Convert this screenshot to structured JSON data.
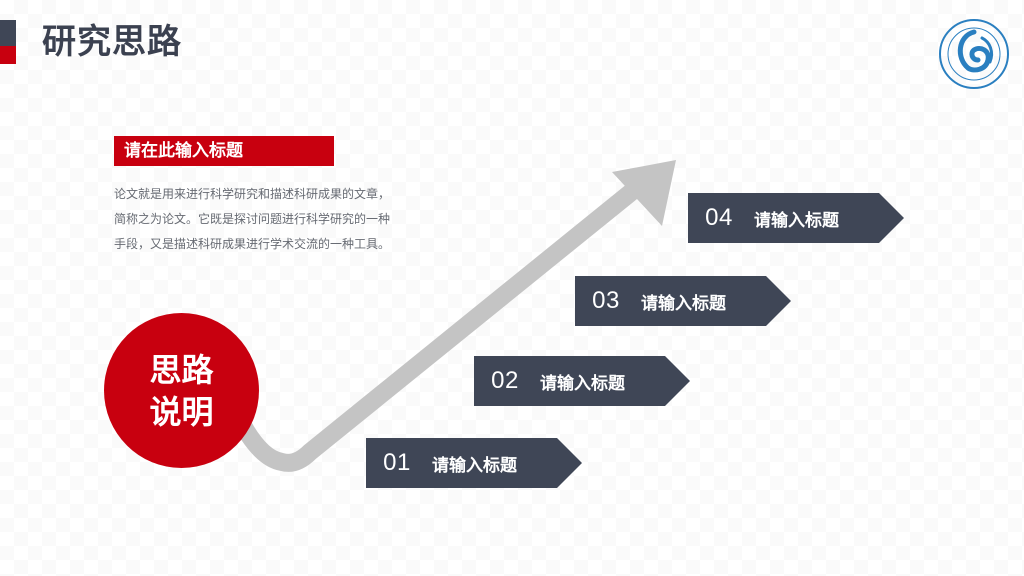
{
  "header": {
    "title": "研究思路"
  },
  "intro": {
    "subtitle": "请在此输入标题",
    "lines": [
      "论文就是用来进行科学研究和描述科研成果的文章，",
      "简称之为论文。它既是探讨问题进行科学研究的一种",
      "手段，又是描述科研成果进行学术交流的一种工具。"
    ]
  },
  "circle": {
    "line1": "思路",
    "line2": "说明"
  },
  "steps": [
    {
      "num": "01",
      "label": "请输入标题"
    },
    {
      "num": "02",
      "label": "请输入标题"
    },
    {
      "num": "03",
      "label": "请输入标题"
    },
    {
      "num": "04",
      "label": "请输入标题"
    }
  ],
  "colors": {
    "accent_red": "#c8000f",
    "dark": "#3f4656",
    "arrow_gray": "#c4c4c4"
  },
  "icons": {
    "logo": "university-emblem-icon"
  }
}
